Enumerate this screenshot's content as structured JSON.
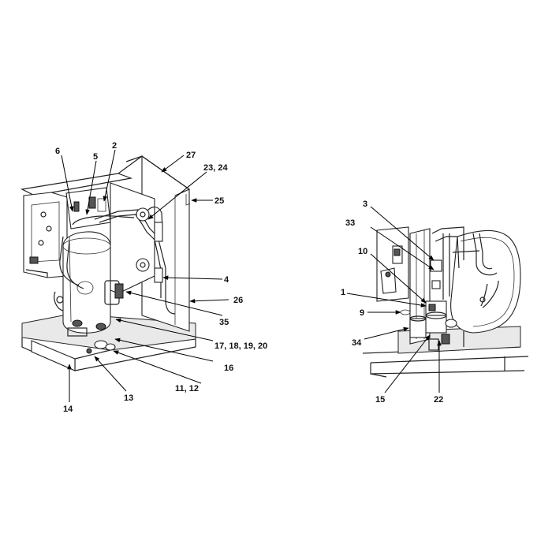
{
  "figure_left": {
    "callouts": [
      {
        "id": "c-6",
        "text": "6"
      },
      {
        "id": "c-5",
        "text": "5"
      },
      {
        "id": "c-2",
        "text": "2"
      },
      {
        "id": "c-27",
        "text": "27"
      },
      {
        "id": "c-23-24",
        "text": "23, 24"
      },
      {
        "id": "c-25",
        "text": "25"
      },
      {
        "id": "c-4",
        "text": "4"
      },
      {
        "id": "c-26",
        "text": "26"
      },
      {
        "id": "c-35",
        "text": "35"
      },
      {
        "id": "c-17-20",
        "text": "17, 18, 19, 20"
      },
      {
        "id": "c-16",
        "text": "16"
      },
      {
        "id": "c-11-12",
        "text": "11, 12"
      },
      {
        "id": "c-13",
        "text": "13"
      },
      {
        "id": "c-14",
        "text": "14"
      }
    ]
  },
  "figure_right": {
    "callouts": [
      {
        "id": "c-3",
        "text": "3"
      },
      {
        "id": "c-33",
        "text": "33"
      },
      {
        "id": "c-10",
        "text": "10"
      },
      {
        "id": "c-1",
        "text": "1"
      },
      {
        "id": "c-9",
        "text": "9"
      },
      {
        "id": "c-34",
        "text": "34"
      },
      {
        "id": "c-15",
        "text": "15"
      },
      {
        "id": "c-22",
        "text": "22"
      }
    ]
  }
}
